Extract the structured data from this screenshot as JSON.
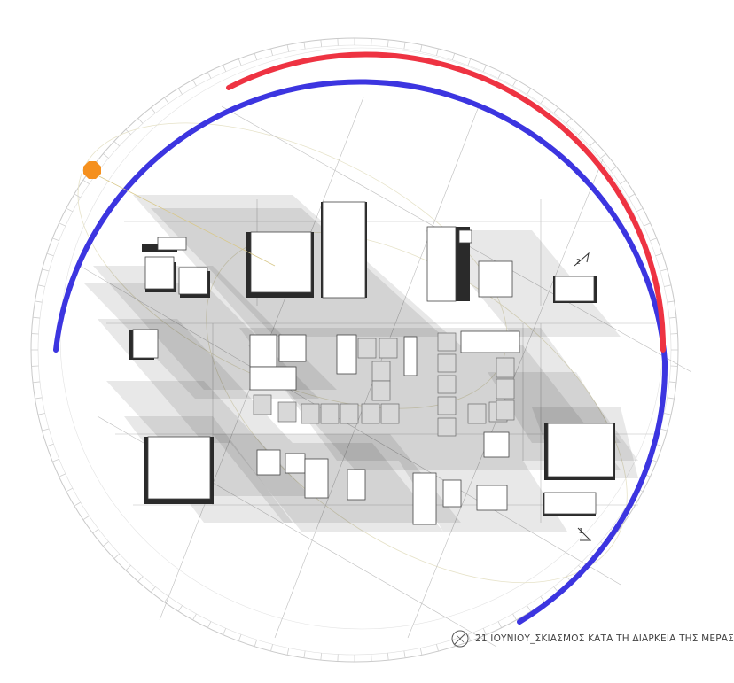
{
  "caption": {
    "text": "21 ΙΟΥΝΙΟΥ_ΣΚΙΑΣΜΟΣ ΚΑΤΑ ΤΗ ΔΙΑΡΚΕΙΑ ΤΗΣ ΜΕΡΑΣ",
    "icon": "compass-icon"
  },
  "markers": [
    {
      "label": "2",
      "icon": "view-arrow-icon"
    },
    {
      "label": "1",
      "icon": "view-arrow-icon"
    }
  ],
  "colors": {
    "sun_path_blue": "#3c35e0",
    "sun_path_red": "#ee3342",
    "sun": "#f5901e",
    "shadow": "#000000",
    "building_roof": "#ffffff",
    "building_side": "#2a2a2a"
  },
  "sun_icon": "sun-icon"
}
